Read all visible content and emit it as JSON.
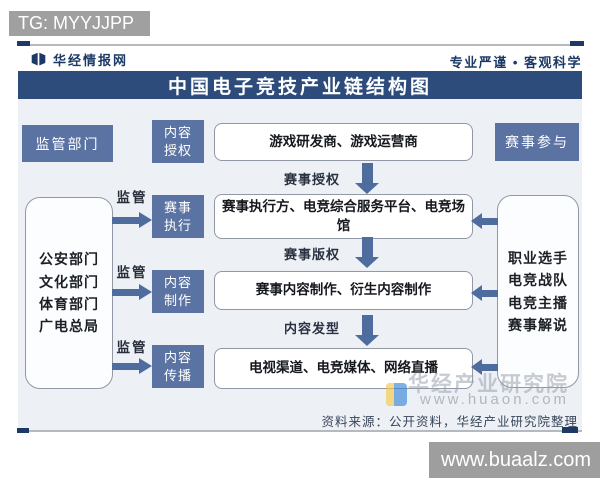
{
  "overlays": {
    "tg_banner": "TG: MYYJJPP",
    "site_banner": "www.buaalz.com"
  },
  "header": {
    "brand": "华经情报网",
    "slogan": "专业严谨 • 客观科学"
  },
  "title": "中国电子竞技产业链结构图",
  "diagram": {
    "regulator_box": "监管部门",
    "participant_box": "赛事参与",
    "stages": [
      {
        "label": "内容授权"
      },
      {
        "label": "赛事执行"
      },
      {
        "label": "内容制作"
      },
      {
        "label": "内容传播"
      }
    ],
    "entities": [
      {
        "label": "游戏研发商、游戏运营商"
      },
      {
        "label": "赛事执行方、电竞综合服务平台、电竞场馆"
      },
      {
        "label": "赛事内容制作、衍生内容制作"
      },
      {
        "label": "电视渠道、电竞媒体、网络直播"
      }
    ],
    "flow_labels": [
      {
        "label": "赛事授权"
      },
      {
        "label": "赛事版权"
      },
      {
        "label": "内容发型"
      }
    ],
    "supervise_labels": [
      {
        "label": "监管"
      },
      {
        "label": "监管"
      },
      {
        "label": "监管"
      }
    ],
    "regulator_group": {
      "line1": "公安部门",
      "line2": "文化部门",
      "line3": "体育部门",
      "line4": "广电总局"
    },
    "participant_group": {
      "line1": "职业选手",
      "line2": "电竞战队",
      "line3": "电竞主播",
      "line4": "赛事解说"
    }
  },
  "watermark": {
    "name": "华经产业研究院",
    "url": "www.huaon.com"
  },
  "footer": {
    "source": "资料来源：公开资料，华经产业研究院整理"
  },
  "icons": {
    "brand": "huajing-book-logo-icon",
    "watermark": "huaon-logo-icon"
  },
  "colors": {
    "title_bar": "#2d4c7b",
    "node_blue": "#5a73a2",
    "arrow_blue": "#4f6c9e",
    "panel_bg": "#edf1f6",
    "brand_navy": "#1d3a66",
    "banner_gray": "#9e9e9e"
  }
}
